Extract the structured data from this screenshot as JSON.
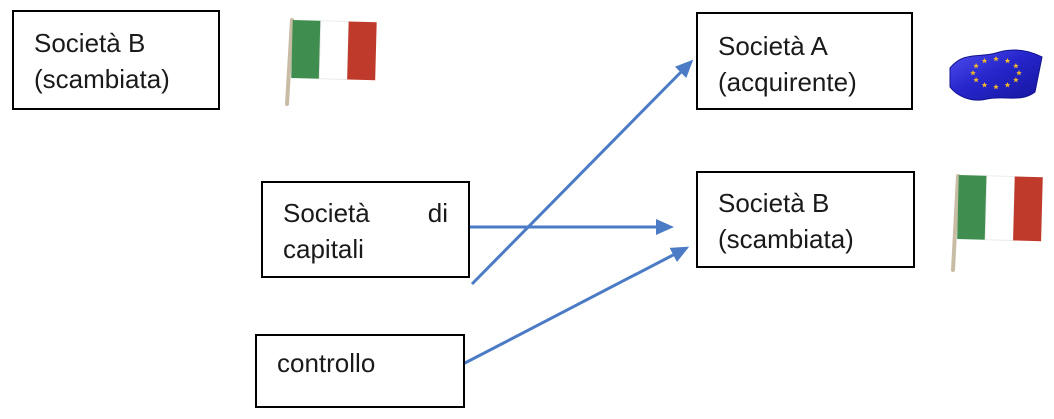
{
  "diagram": {
    "boxes": {
      "left_b": {
        "line1": "Società B",
        "line2": "(scambiata)"
      },
      "acquirente": {
        "line1": "Società A",
        "line2": "(acquirente)"
      },
      "capitali": {
        "line1_word1": "Società",
        "line1_word2": "di",
        "line2": "capitali"
      },
      "right_b": {
        "line1": "Società B",
        "line2": "(scambiata)"
      },
      "controllo": {
        "line1": "controllo"
      }
    },
    "flags": {
      "top_left_box_flag": "italy-flag-icon",
      "acquirente_flag": "eu-flag-icon",
      "right_b_flag": "italy-flag-icon"
    },
    "arrows": [
      {
        "from": "capitali",
        "to": "acquirente"
      },
      {
        "from": "capitali",
        "to": "right_b"
      },
      {
        "from": "controllo",
        "to": "right_b"
      }
    ],
    "colors": {
      "arrow": "#4B7BC5",
      "box_border": "#000000",
      "text": "#1A1A1A",
      "background": "#FFFFFF",
      "italy_green": "#3F8E4F",
      "italy_red": "#C03A2B",
      "flag_pole": "#C8BCA4",
      "eu_blue": "#2626CC",
      "eu_blue_dark": "#15159E",
      "eu_star": "#F0B929"
    }
  }
}
